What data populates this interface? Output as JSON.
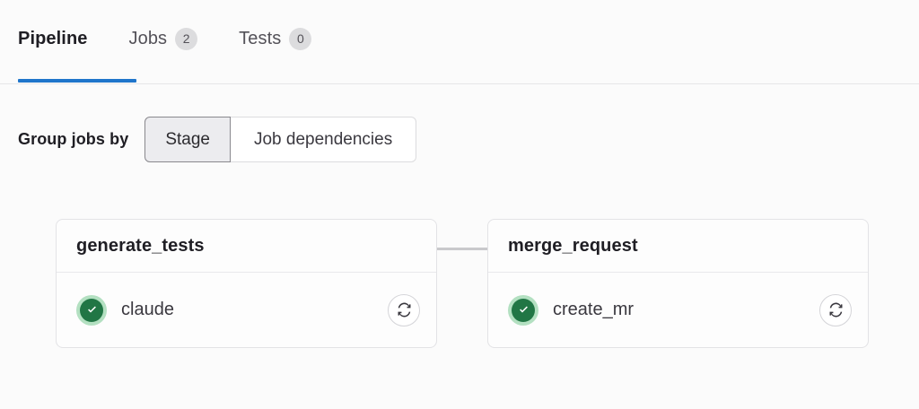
{
  "tabs": [
    {
      "label": "Pipeline",
      "badge": null,
      "active": true
    },
    {
      "label": "Jobs",
      "badge": "2",
      "active": false
    },
    {
      "label": "Tests",
      "badge": "0",
      "active": false
    }
  ],
  "group_by": {
    "label": "Group jobs by",
    "options": [
      {
        "label": "Stage",
        "selected": true
      },
      {
        "label": "Job dependencies",
        "selected": false
      }
    ]
  },
  "pipeline": {
    "stages": [
      {
        "name": "generate_tests",
        "jobs": [
          {
            "name": "claude",
            "status": "success",
            "status_icon": "status-success-check-icon",
            "action_icon": "retry-icon"
          }
        ]
      },
      {
        "name": "merge_request",
        "jobs": [
          {
            "name": "create_mr",
            "status": "success",
            "status_icon": "status-success-check-icon",
            "action_icon": "retry-icon"
          }
        ]
      }
    ]
  },
  "colors": {
    "accent": "#1f75cb",
    "success": "#217645",
    "success_halo": "#b3e0c1",
    "badge_bg": "#dcdcde",
    "border": "#e3e3e6",
    "connector": "#c9c9cc"
  }
}
